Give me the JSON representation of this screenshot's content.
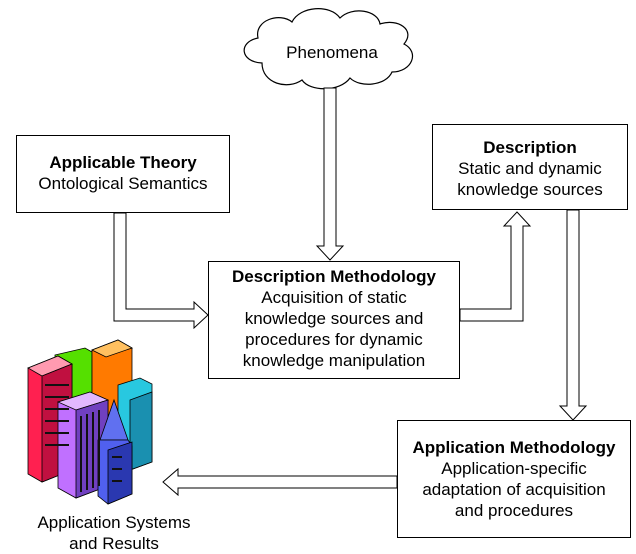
{
  "cloud": {
    "label": "Phenomena"
  },
  "theory": {
    "title": "Applicable Theory",
    "lines": [
      "Ontological Semantics"
    ]
  },
  "description": {
    "title": "Description",
    "lines": [
      "Static and dynamic",
      "knowledge sources"
    ]
  },
  "description_methodology": {
    "title": "Description Methodology",
    "lines": [
      "Acquisition of static",
      "knowledge sources and",
      "procedures for dynamic",
      "knowledge manipulation"
    ]
  },
  "application_methodology": {
    "title": "Application Methodology",
    "lines": [
      "Application-specific",
      "adaptation of acquisition",
      "and procedures"
    ]
  },
  "systems": {
    "lines": [
      "Application Systems",
      "and Results"
    ]
  }
}
